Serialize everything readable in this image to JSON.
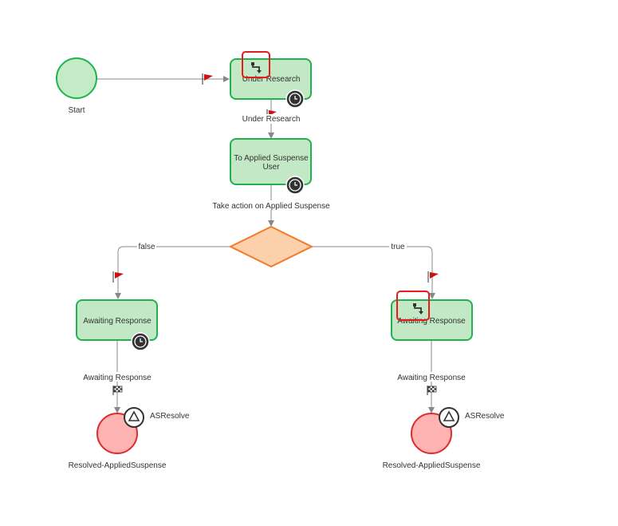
{
  "flow": {
    "start": {
      "label": "Start"
    },
    "task_under_research": {
      "label": "Under Research"
    },
    "conn_under_research": {
      "label": "Under Research"
    },
    "task_applied_suspense": {
      "line1": "To Applied Suspense",
      "line2": "User"
    },
    "conn_take_action": {
      "label": "Take action on Applied Suspense"
    },
    "decision": {
      "false_label": "false",
      "true_label": "true"
    },
    "task_awaiting_left": {
      "label": "Awaiting Response"
    },
    "task_awaiting_right": {
      "label": "Awaiting Response"
    },
    "conn_awaiting_left": {
      "label": "Awaiting Response"
    },
    "conn_awaiting_right": {
      "label": "Awaiting Response"
    },
    "end_left": {
      "label": "Resolved-AppliedSuspense",
      "tag": "ASResolve"
    },
    "end_right": {
      "label": "Resolved-AppliedSuspense",
      "tag": "ASResolve"
    }
  },
  "colors": {
    "task_fill": "#c3e8c5",
    "task_stroke": "#22b14c",
    "start_fill": "#c3ecc6",
    "end_fill": "#ffb3b3",
    "end_stroke": "#e02b2b",
    "decision_fill": "#fdd0ac",
    "decision_stroke": "#f27a2a",
    "highlight": "#e81b1b",
    "flag_red": "#cc1111"
  },
  "icons": [
    "timer-icon",
    "subprocess-icon",
    "flag-icon",
    "checkered-flag-icon",
    "warning-triangle-icon"
  ]
}
